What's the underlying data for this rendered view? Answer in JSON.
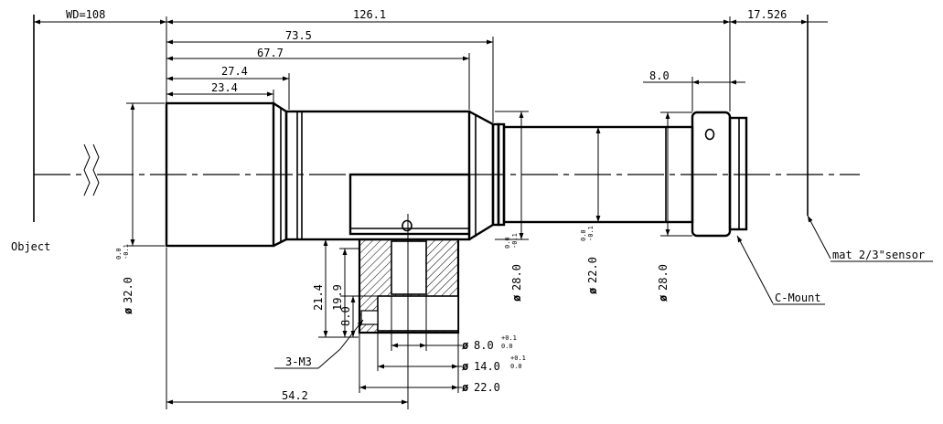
{
  "labels": {
    "wd": "WD=108",
    "total_length": "126.1",
    "back_focus": "17.526",
    "len_73_5": "73.5",
    "len_67_7": "67.7",
    "len_27_4": "27.4",
    "len_23_4": "23.4",
    "len_8_0_top": "8.0",
    "object": "Object",
    "sensor": "mat 2/3\"sensor",
    "c_mount": "C-Mount",
    "thread": "3-M3",
    "h_21_4": "21.4",
    "h_19_9": "19.9",
    "h_8_0": "8.0",
    "dia_32": "32.0",
    "dia_28_a": "28.0",
    "dia_22_a": "22.0",
    "dia_28_b": "28.0",
    "dia_8": "8.0",
    "dia_14": "14.0",
    "dia_22_b": "22.0",
    "len_54_2": "54.2",
    "diameter_symbol": "ø",
    "tol_zero": "0.0",
    "tol_minus": "-0.1",
    "tol_plus": "+0.1"
  }
}
